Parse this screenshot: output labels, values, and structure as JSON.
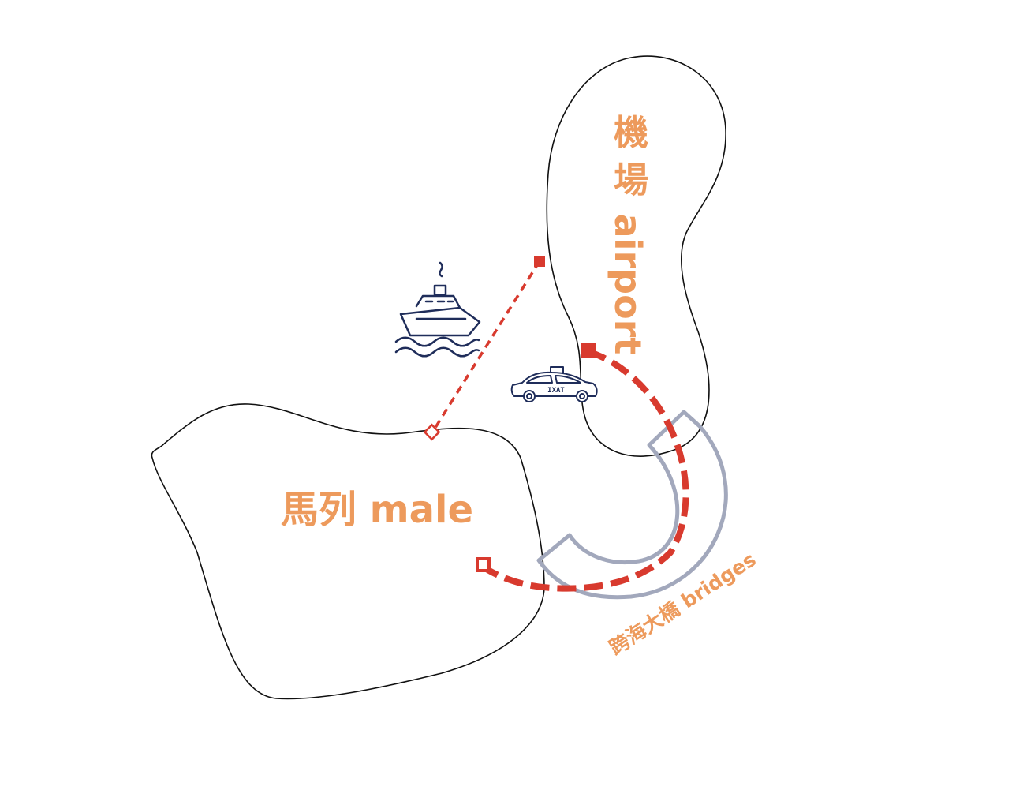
{
  "colors": {
    "accent_orange": "#ED9A5C",
    "route_red": "#D83A2E",
    "bridge_gray": "#A2A8BC",
    "icon_navy": "#1F2D5A",
    "outline": "#111111",
    "background": "#FFFFFF"
  },
  "labels": {
    "airport_char1": "機",
    "airport_char2": "場",
    "airport_en": "airport",
    "male": "馬列 male",
    "bridges": "跨海大橋 bridges"
  },
  "taxi": {
    "sign_text": "IXAT"
  },
  "icons": [
    "ferry-icon",
    "taxi-icon"
  ]
}
